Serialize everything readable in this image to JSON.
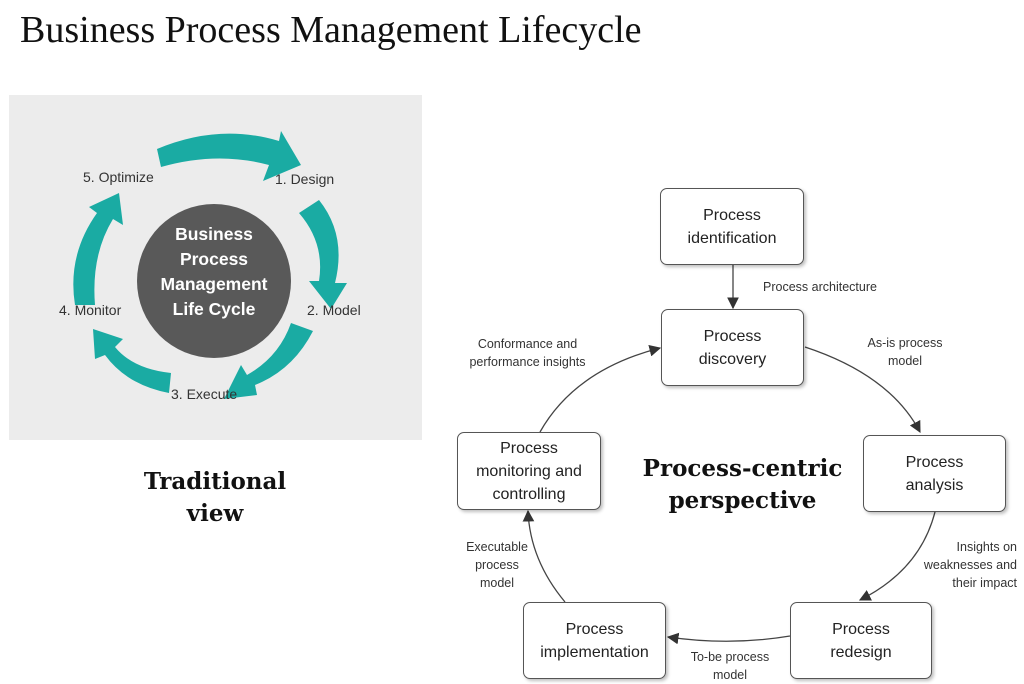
{
  "page": {
    "title": "Business Process Management Lifecycle"
  },
  "traditional": {
    "center_lines": [
      "Business",
      "Process",
      "Management",
      "Life Cycle"
    ],
    "stages": [
      "1. Design",
      "2. Model",
      "3. Execute",
      "4. Monitor",
      "5. Optimize"
    ],
    "caption": [
      "Traditional",
      "view"
    ],
    "colors": {
      "arrow": "#1aaba3",
      "circle": "#595959",
      "panel": "#ececec"
    }
  },
  "process_centric": {
    "caption": [
      "Process-centric",
      "perspective"
    ],
    "boxes": {
      "identification": [
        "Process",
        "identification"
      ],
      "discovery": [
        "Process",
        "discovery"
      ],
      "analysis": [
        "Process",
        "analysis"
      ],
      "redesign": [
        "Process",
        "redesign"
      ],
      "implementation": [
        "Process",
        "implementation"
      ],
      "monitoring": [
        "Process",
        "monitoring and",
        "controlling"
      ]
    },
    "edge_labels": {
      "architecture": [
        "Process architecture"
      ],
      "as_is": [
        "As-is process",
        "model"
      ],
      "insights": [
        "Insights on",
        "weaknesses and",
        "their impact"
      ],
      "to_be": [
        "To-be process",
        "model"
      ],
      "executable": [
        "Executable",
        "process",
        "model"
      ],
      "conformance": [
        "Conformance and",
        "performance insights"
      ]
    }
  }
}
